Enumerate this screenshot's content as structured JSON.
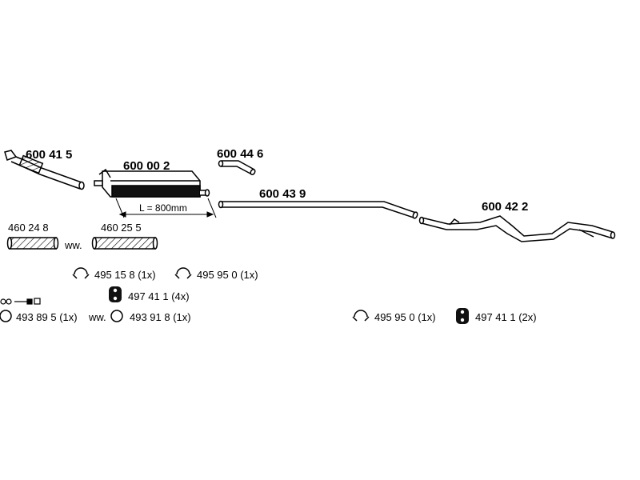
{
  "parts": {
    "front_pipe": "600 41 5",
    "middle_silencer": "600 00 2",
    "connector_pipe": "600 44 6",
    "intermediate_pipe": "600 43 9",
    "rear_pipe": "600 42 2",
    "flex_a": "460 24 8",
    "flex_b": "460 25 5"
  },
  "dimension_label": "L = 800mm",
  "alt_label_1": "ww.",
  "alt_label_2": "ww.",
  "fittings": {
    "clamp_a": "495 15 8 (1x)",
    "clamp_b": "495 95 0 (1x)",
    "hanger_a": "497 41 1 (4x)",
    "ring_a": "493 89 5 (1x)",
    "ring_b": "493 91 8 (1x)",
    "clamp_c": "495 95 0 (1x)",
    "hanger_b": "497 41 1 (2x)"
  }
}
